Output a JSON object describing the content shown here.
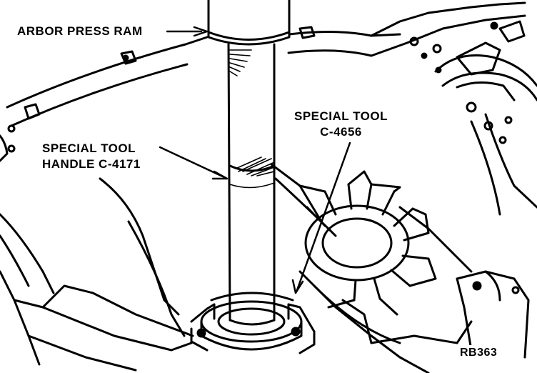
{
  "callouts": {
    "arbor_press_ram": "ARBOR PRESS RAM",
    "handle_line1": "SPECIAL TOOL",
    "handle_line2": "HANDLE C-4171",
    "tool_line1": "SPECIAL TOOL",
    "tool_line2": "C-4656"
  },
  "figure_code": "RB363",
  "colors": {
    "ink": "#000000",
    "paper": "#ffffff"
  }
}
